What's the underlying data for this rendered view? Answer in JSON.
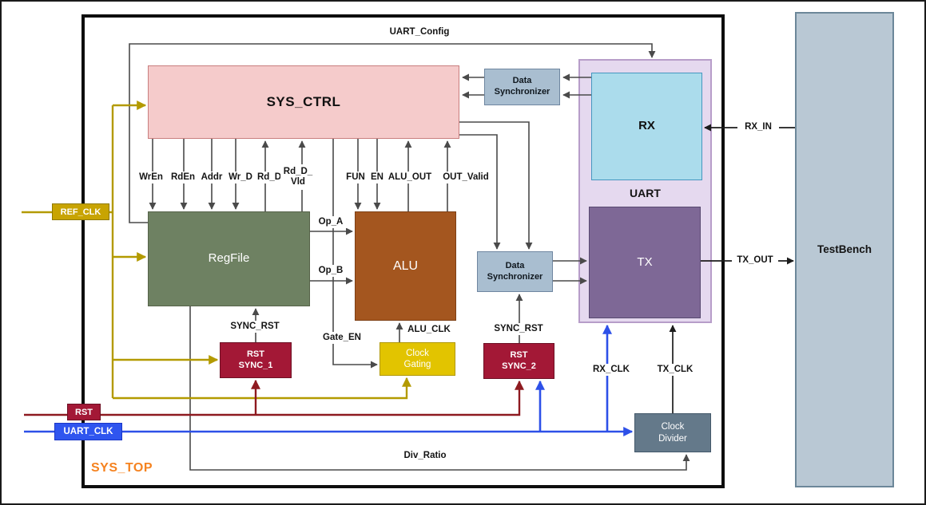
{
  "frame": {
    "sys_top_label": "SYS_TOP"
  },
  "blocks": {
    "sys_ctrl": "SYS_CTRL",
    "data_sync_top": "Data\nSynchronizer",
    "data_sync_mid": "Data\nSynchronizer",
    "uart": "UART",
    "rx": "RX",
    "tx": "TX",
    "regfile": "RegFile",
    "alu": "ALU",
    "rst_sync_1": "RST\nSYNC_1",
    "rst_sync_2": "RST\nSYNC_2",
    "clock_gating": "Clock\nGating",
    "clock_divider": "Clock\nDivider",
    "testbench": "TestBench"
  },
  "ports": {
    "ref_clk": "REF_CLK",
    "rst": "RST",
    "uart_clk": "UART_CLK"
  },
  "signals": {
    "uart_config": "UART_Config",
    "wren": "WrEn",
    "rden": "RdEn",
    "addr": "Addr",
    "wr_d": "Wr_D",
    "rd_d": "Rd_D",
    "rd_d_vld": "Rd_D_\nVld",
    "fun": "FUN",
    "en": "EN",
    "alu_out": "ALU_OUT",
    "out_valid": "OUT_Valid",
    "op_a": "Op_A",
    "op_b": "Op_B",
    "sync_rst_left": "SYNC_RST",
    "sync_rst_right": "SYNC_RST",
    "gate_en": "Gate_EN",
    "alu_clk": "ALU_CLK",
    "rx_clk": "RX_CLK",
    "tx_clk": "TX_CLK",
    "rx_in": "RX_IN",
    "tx_out": "TX_OUT",
    "div_ratio": "Div_Ratio"
  },
  "colors": {
    "sys_ctrl_fill": "#f5cbcb",
    "regfile_fill": "#6e8162",
    "alu_fill": "#a4561f",
    "data_sync_fill": "#a9bed0",
    "rx_fill": "#abdcec",
    "tx_fill": "#7e6896",
    "uart_container_fill": "#e5d9ef",
    "rst_sync_fill": "#a31836",
    "clock_gating_fill": "#e2c400",
    "clock_divider_fill": "#64798a",
    "testbench_fill": "#b9c8d4",
    "ref_clk_wire": "#b39a00",
    "rst_wire": "#8e1a20",
    "uart_clk_wire": "#2d50e8",
    "signal_wire": "#4a4a4a",
    "sys_top_text": "#f5821f"
  }
}
